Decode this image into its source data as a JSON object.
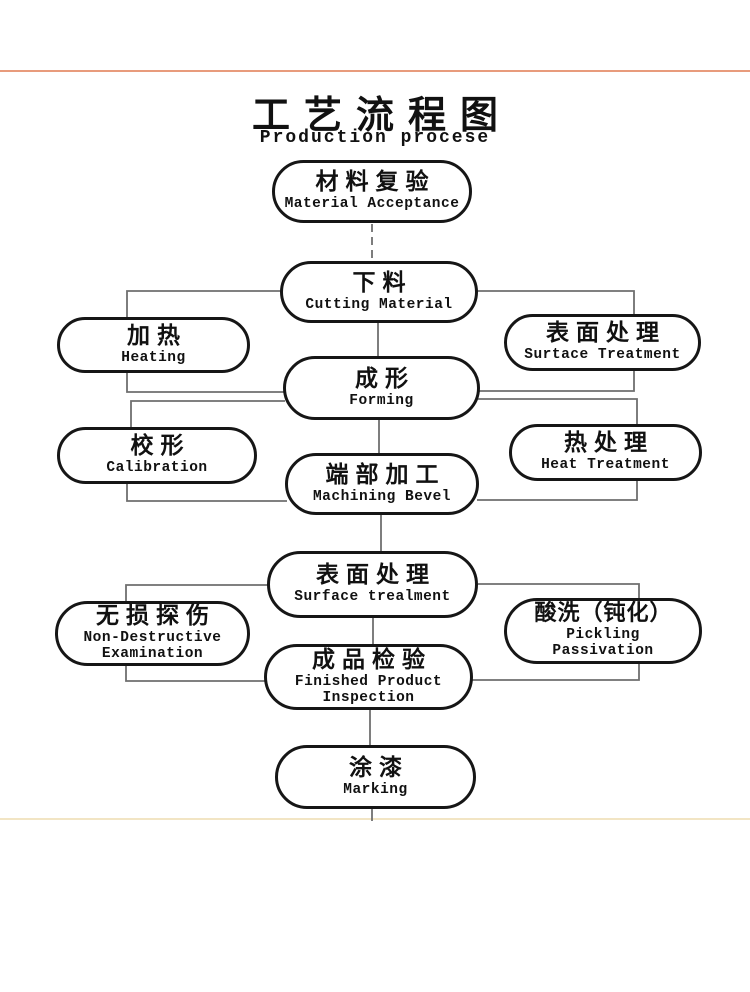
{
  "header": {
    "title": "工艺流程图",
    "subtitle": "Production procese"
  },
  "colors": {
    "top_rule": "#e89b7c",
    "bottom_rule": "#f2e5c4",
    "line": "#6f6f6f",
    "node_border": "#161616"
  },
  "nodes": [
    {
      "id": "material-acceptance",
      "zh": "材料复验",
      "en": "Material Acceptance"
    },
    {
      "id": "cutting-material",
      "zh": "下料",
      "en": "Cutting Material"
    },
    {
      "id": "heating",
      "zh": "加热",
      "en": "Heating"
    },
    {
      "id": "surface-treatment",
      "zh": "表面处理",
      "en": "Surtace Treatment"
    },
    {
      "id": "forming",
      "zh": "成形",
      "en": "Forming"
    },
    {
      "id": "calibration",
      "zh": "校形",
      "en": "Calibration"
    },
    {
      "id": "heat-treatment",
      "zh": "热处理",
      "en": "Heat Treatment"
    },
    {
      "id": "machining-bevel",
      "zh": "端部加工",
      "en": "Machining Bevel"
    },
    {
      "id": "surface-trealment",
      "zh": "表面处理",
      "en": "Surface trealment"
    },
    {
      "id": "non-destructive-examination",
      "zh": "无损探伤",
      "en": "Non-Destructive\nExamination"
    },
    {
      "id": "pickling-passivation",
      "zh": "酸洗（钝化）",
      "en": "Pickling\nPassivation"
    },
    {
      "id": "finished-product-inspection",
      "zh": "成品检验",
      "en": "Finished Product\nInspection"
    },
    {
      "id": "marking",
      "zh": "涂漆",
      "en": "Marking"
    }
  ],
  "edges": [
    {
      "from": "material-acceptance",
      "to": "cutting-material"
    },
    {
      "from": "cutting-material",
      "to": "heating"
    },
    {
      "from": "cutting-material",
      "to": "surface-treatment"
    },
    {
      "from": "cutting-material",
      "to": "forming"
    },
    {
      "from": "heating",
      "to": "forming"
    },
    {
      "from": "surface-treatment",
      "to": "forming"
    },
    {
      "from": "forming",
      "to": "calibration"
    },
    {
      "from": "forming",
      "to": "heat-treatment"
    },
    {
      "from": "forming",
      "to": "machining-bevel"
    },
    {
      "from": "calibration",
      "to": "machining-bevel"
    },
    {
      "from": "heat-treatment",
      "to": "machining-bevel"
    },
    {
      "from": "machining-bevel",
      "to": "surface-trealment"
    },
    {
      "from": "surface-trealment",
      "to": "non-destructive-examination"
    },
    {
      "from": "surface-trealment",
      "to": "pickling-passivation"
    },
    {
      "from": "surface-trealment",
      "to": "finished-product-inspection"
    },
    {
      "from": "non-destructive-examination",
      "to": "finished-product-inspection"
    },
    {
      "from": "pickling-passivation",
      "to": "finished-product-inspection"
    },
    {
      "from": "finished-product-inspection",
      "to": "marking"
    }
  ]
}
